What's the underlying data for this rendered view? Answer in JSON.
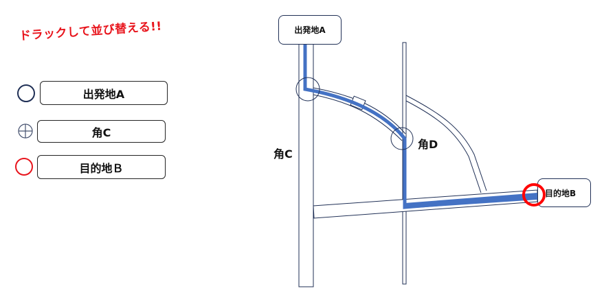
{
  "instruction": "ドラックして並び替える!!",
  "items": [
    {
      "label": "出発地A",
      "marker": "navy-circle-icon"
    },
    {
      "label": "角C",
      "marker": "crosshair-circle-icon"
    },
    {
      "label": "目的地Ｂ",
      "marker": "red-circle-icon"
    }
  ],
  "map": {
    "start_label": "出発地A",
    "dest_label": "目的地B",
    "corner_c_label": "角C",
    "corner_d_label": "角D"
  },
  "colors": {
    "route": "#4472c4",
    "road": "#1f2f55",
    "accent": "#e8141c"
  }
}
